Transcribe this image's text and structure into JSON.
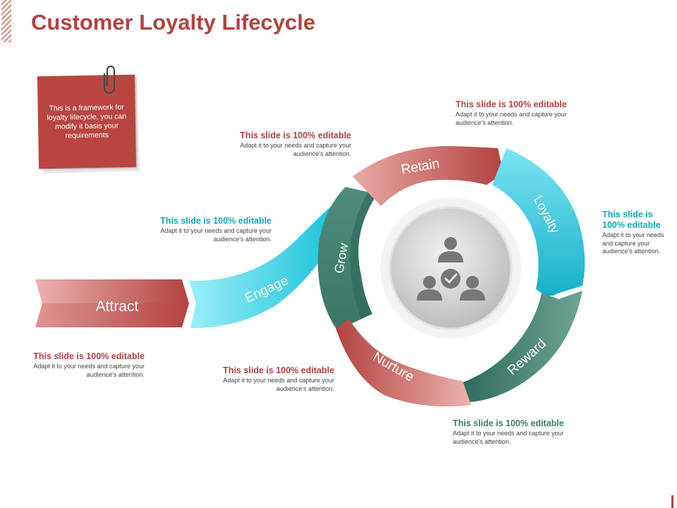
{
  "title": "Customer Loyalty Lifecycle",
  "note": {
    "text": "This is a framework for loyalty lifecycle, you can modify it basis your requirements"
  },
  "stages": {
    "attract": "Attract",
    "engage": "Engage",
    "grow": "Grow",
    "retain": "Retain",
    "loyalty": "Loyalty",
    "reward": "Reward",
    "nurture": "Nurture"
  },
  "callouts": {
    "attract": {
      "heading": "This slide is 100% editable",
      "body": "Adapt it to your needs and capture your audience's attention."
    },
    "engage": {
      "heading": "This slide is 100% editable",
      "body": "Adapt it to your needs and capture your audience's attention."
    },
    "grow": {
      "heading": "This slide is 100% editable",
      "body": "Adapt it to your needs and capture your audience's attention."
    },
    "retain": {
      "heading": "This slide is 100% editable",
      "body": "Adapt it to your needs and capture your audience's attention."
    },
    "loyalty": {
      "heading": "This slide is 100% editable",
      "body": "Adapt it to your needs and capture your audience's attention."
    },
    "nurture": {
      "heading": "This slide is 100% editable",
      "body": "Adapt it to your needs and capture your audience's attention."
    },
    "reward": {
      "heading": "This slide is 100% editable",
      "body": "Adapt it to your needs and capture your audience's attention."
    }
  },
  "center_icon": "team-badge-icon",
  "colors": {
    "red": "#b2433f",
    "cyan": "#13a7be",
    "teal": "#3c7a6b"
  }
}
